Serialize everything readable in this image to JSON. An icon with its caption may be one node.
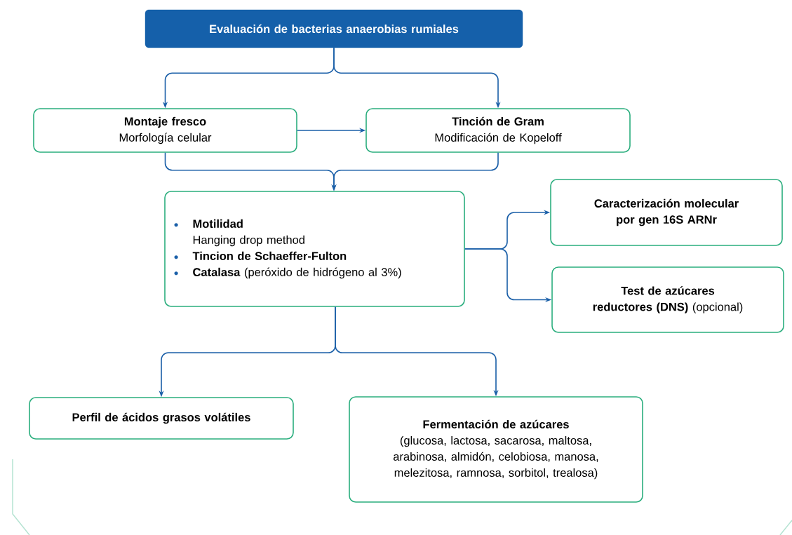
{
  "diagram": {
    "nodes": [
      {
        "text": [
          "Evaluación de bacterias anaerobias rumiales"
        ]
      },
      {
        "text": [
          "Montaje fresco",
          "Morfología celular"
        ]
      },
      {
        "text": [
          "Tinción de Gram",
          "Modificación de Kopeloff"
        ]
      },
      {
        "text": [
          "Motilidad",
          "Hanging drop method",
          "Tincion de Schaeffer-Fulton",
          "**Catalasa** (peróxido de hidrógeno al 3%)"
        ]
      },
      {
        "text": [
          "Caracterización molecular por gen 16S ARNr"
        ]
      },
      {
        "text": [
          "**Test de azúcares reductores (DNS)** (opcional)"
        ]
      },
      {
        "text": [
          "Perfil de ácidos grasos volátiles"
        ]
      },
      {
        "text": [
          "Fermentación de azúcares",
          "(glucosa, lactosa, sacarosa, maltosa, arabinosa, almidón, celobiosa, manosa, melezitosa, ramnosa, sorbitol, trealosa)"
        ]
      }
    ],
    "edges": [
      {
        "from": 0,
        "to": 1,
        "arrow": "to"
      },
      {
        "from": 0,
        "to": 2,
        "arrow": "to"
      },
      {
        "from": 1,
        "to": 2,
        "arrow": "to"
      },
      {
        "from": 1,
        "to": 3,
        "arrow": "to"
      },
      {
        "from": 2,
        "to": 3,
        "arrow": "to"
      },
      {
        "from": 3,
        "to": 4,
        "arrow": "to"
      },
      {
        "from": 3,
        "to": 5,
        "arrow": "to"
      },
      {
        "from": 3,
        "to": 6,
        "arrow": "to"
      },
      {
        "from": 3,
        "to": 7,
        "arrow": "to"
      }
    ]
  }
}
